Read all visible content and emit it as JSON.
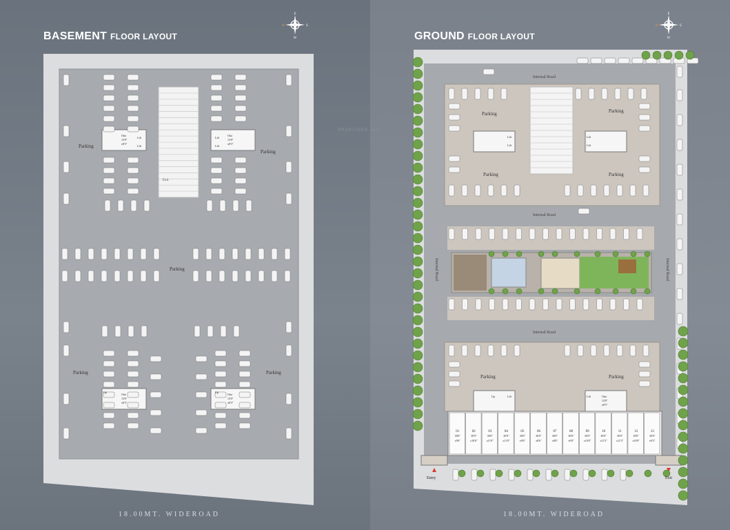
{
  "basement": {
    "title_main": "BASEMENT",
    "title_sub": "FLOOR LAYOUT",
    "road_caption": "18.00MT. WIDEROAD",
    "labels": {
      "parking": "Parking",
      "exit": "Exit",
      "up": "Up",
      "lift": "Lift",
      "otta": "Otta",
      "otta_dim": "13'0\"",
      "otta_dim2": "x8'3\""
    }
  },
  "ground": {
    "title_main": "GROUND",
    "title_sub": "FLOOR LAYOUT",
    "road_caption": "18.00MT. WIDEROAD",
    "labels": {
      "parking": "Parking",
      "internal_road": "Internal Road",
      "entry": "Entry",
      "exit": "Exit",
      "lift": "Lift",
      "up": "Up",
      "otta": "Otta",
      "otta_dim": "13'0\"",
      "otta_dim2": "x8'3\""
    },
    "shops": [
      {
        "no": "01",
        "w": "30'0\"",
        "d": "x9'6\""
      },
      {
        "no": "02",
        "w": "30'0\"",
        "d": "x10'6\""
      },
      {
        "no": "03",
        "w": "30'0\"",
        "d": "x11'0\""
      },
      {
        "no": "04",
        "w": "30'0\"",
        "d": "x11'0\""
      },
      {
        "no": "05",
        "w": "30'0\"",
        "d": "x9'6\""
      },
      {
        "no": "06",
        "w": "30'0\"",
        "d": "x8'6\""
      },
      {
        "no": "07",
        "w": "30'0\"",
        "d": "x8'6\""
      },
      {
        "no": "08",
        "w": "30'0\"",
        "d": "x9'0\""
      },
      {
        "no": "09",
        "w": "30'0\"",
        "d": "x10'0\""
      },
      {
        "no": "10",
        "w": "30'0\"",
        "d": "x11'3\""
      },
      {
        "no": "11",
        "w": "30'0\"",
        "d": "x11'3\""
      },
      {
        "no": "12",
        "w": "30'0\"",
        "d": "x10'0\""
      },
      {
        "no": "13",
        "w": "30'0\"",
        "d": "x9'3\""
      }
    ]
  },
  "watermark": "PROPTIGER.com",
  "compass": {
    "n": "N",
    "e": "E",
    "s": "S",
    "w": "W"
  },
  "colors": {
    "floor": "#a5a8ac",
    "slab": "#c9c3bc",
    "car": "#f4f4f4",
    "tree": "#6fa24a",
    "lawn": "#7fb55a",
    "accent": "#c8862a",
    "entry_arrow": "#d63a2c"
  }
}
